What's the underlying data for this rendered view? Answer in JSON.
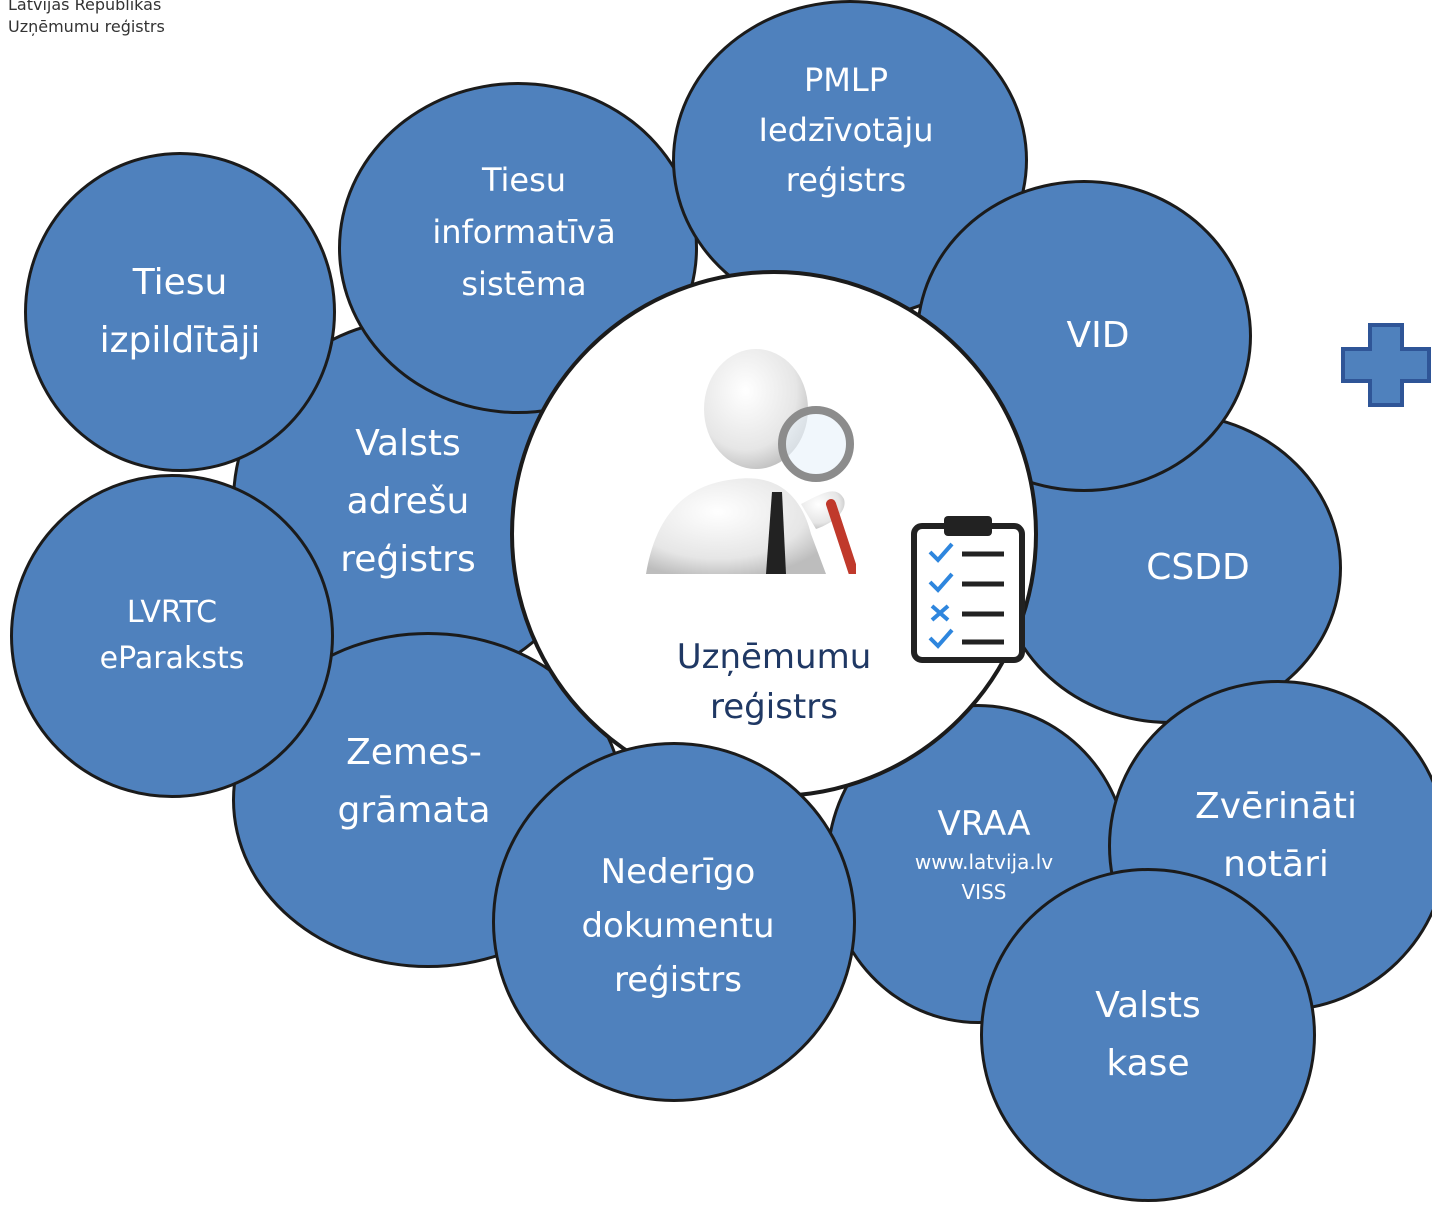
{
  "logo": {
    "line1": "Latvijas Republikas",
    "line2": "Uzņēmumu reģistrs"
  },
  "center": {
    "line1": "Uzņēmumu",
    "line2": "reģistrs"
  },
  "nodes": {
    "valsts_adresu": [
      "Valsts",
      "adrešu",
      "reģistrs"
    ],
    "zemesgramata": [
      "Zemes-",
      "grāmata"
    ],
    "csdd": [
      "CSDD"
    ],
    "vraa": [
      "VRAA",
      "www.latvija.lv",
      "VISS"
    ],
    "tiesu_izpilditaji": [
      "Tiesu",
      "izpildītāji"
    ],
    "lvrtc": [
      "LVRTC",
      "eParaksts"
    ],
    "tiesu_is": [
      "Tiesu",
      "informatīvā",
      "sistēma"
    ],
    "pmlp": [
      "PMLP",
      "Iedzīvotāju",
      "reģistrs"
    ],
    "vid": [
      "VID"
    ],
    "notari": [
      "Zvērināti",
      "notāri"
    ],
    "nederigo": [
      "Nederīgo",
      "dokumentu",
      "reģistrs"
    ],
    "valsts_kase": [
      "Valsts",
      "kase"
    ]
  },
  "colors": {
    "bubble_fill": "#4f81bd",
    "bubble_outline": "#1b1b1b",
    "center_text": "#1f3864",
    "plus_fill": "#4f81bd"
  },
  "icons": [
    "magnifying-glass-figure-icon",
    "checklist-icon",
    "plus-icon"
  ]
}
